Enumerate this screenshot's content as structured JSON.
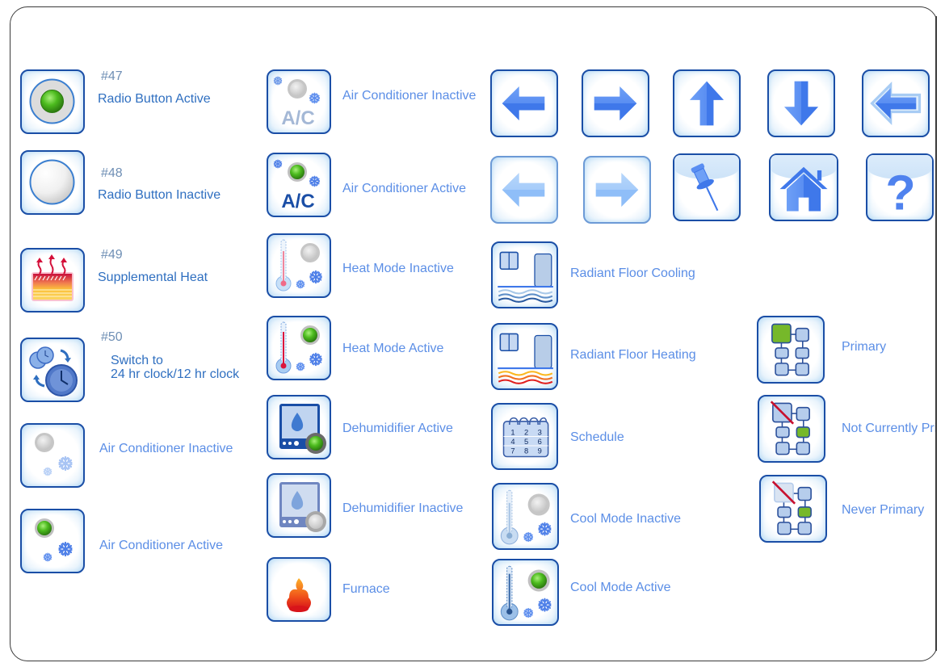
{
  "colors": {
    "tile_border": "#1a4ea6",
    "label_primary": "#2f6fc0",
    "label_secondary": "#5b8ee6",
    "number_label": "#6f8fb5",
    "active_green": "#4cbb1e",
    "inactive_gray": "#c8c8c8"
  },
  "column1": [
    {
      "number": "#47",
      "label": "Radio Button Active",
      "icon": "radio-active-icon"
    },
    {
      "number": "#48",
      "label": "Radio Button Inactive",
      "icon": "radio-inactive-icon"
    },
    {
      "number": "#49",
      "label": "Supplemental Heat",
      "icon": "supplemental-heat-icon"
    },
    {
      "number": "#50",
      "label_line1": "Switch to",
      "label_line2": "24 hr clock/12 hr clock",
      "icon": "clock-switch-icon"
    },
    {
      "label": "Air Conditioner Inactive",
      "icon": "air-conditioner-inactive-icon"
    },
    {
      "label": "Air Conditioner Active",
      "icon": "air-conditioner-active-icon"
    }
  ],
  "column2": [
    {
      "label": "Air Conditioner Inactive",
      "icon": "ac-inactive-icon"
    },
    {
      "label": "Air Conditioner Active",
      "icon": "ac-active-icon"
    },
    {
      "label": "Heat Mode Inactive",
      "icon": "heat-mode-inactive-icon"
    },
    {
      "label": "Heat Mode Active",
      "icon": "heat-mode-active-icon"
    },
    {
      "label": "Dehumidifier Active",
      "icon": "dehumidifier-active-icon"
    },
    {
      "label": "Dehumidifier Inactive",
      "icon": "dehumidifier-inactive-icon"
    },
    {
      "label": "Furnace",
      "icon": "furnace-icon"
    }
  ],
  "ac_text": "A/C",
  "nav_buttons_row1": [
    "arrow-left-icon",
    "arrow-right-icon",
    "arrow-up-icon",
    "arrow-down-icon",
    "back-arrow-icon"
  ],
  "nav_buttons_row2": [
    "arrow-left-disabled-icon",
    "arrow-right-disabled-icon",
    "pushpin-icon",
    "home-icon",
    "help-icon"
  ],
  "help_glyph": "?",
  "column3": [
    {
      "label": "Radiant Floor Cooling",
      "icon": "radiant-floor-cooling-icon"
    },
    {
      "label": "Radiant Floor Heating",
      "icon": "radiant-floor-heating-icon"
    },
    {
      "label": "Schedule",
      "icon": "schedule-icon",
      "calendar_digits": [
        "1",
        "2",
        "3",
        "4",
        "5",
        "6",
        "7",
        "8",
        "9"
      ]
    },
    {
      "label": "Cool Mode Inactive",
      "icon": "cool-mode-inactive-icon"
    },
    {
      "label": "Cool Mode Active",
      "icon": "cool-mode-active-icon"
    }
  ],
  "column4": [
    {
      "label": "Primary",
      "icon": "primary-icon"
    },
    {
      "label": "Not Currently Primary",
      "icon": "not-currently-primary-icon"
    },
    {
      "label": "Never Primary",
      "icon": "never-primary-icon"
    }
  ]
}
